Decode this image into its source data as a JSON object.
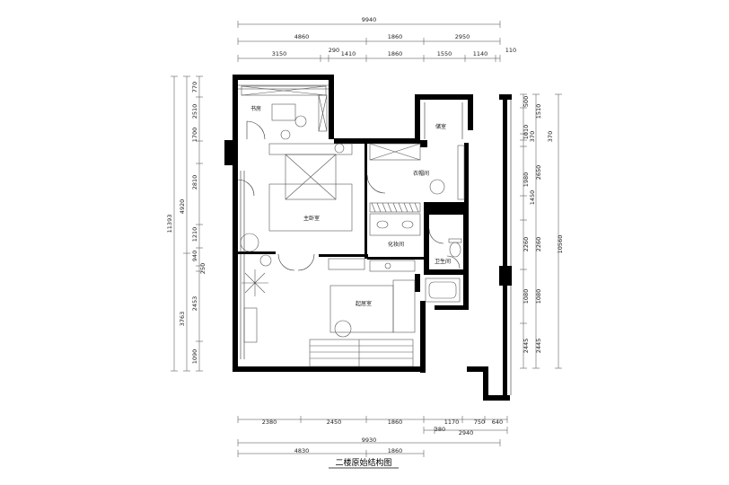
{
  "drawing": {
    "title": "二楼原始结构图"
  },
  "rooms": {
    "study": "书房",
    "master_bedroom": "主卧室",
    "walkin_closet": "衣帽间",
    "storage": "储室",
    "dressing_room": "化妆间",
    "bathroom": "卫生间",
    "living_room": "起居室"
  },
  "dimensions_top": {
    "overall": "9940",
    "row2": [
      "4860",
      "1860",
      "2950"
    ],
    "row3": [
      "3150",
      "290",
      "1410",
      "1860",
      "1550",
      "1140",
      "110"
    ]
  },
  "dimensions_bottom": {
    "row1": [
      "2380",
      "2450",
      "1860",
      "1170",
      "750",
      "640"
    ],
    "row2": [
      "380",
      "2940"
    ],
    "overall": "9930",
    "row4": [
      "4830",
      "1860"
    ]
  },
  "dimensions_left": {
    "overall": "11393",
    "outer": [
      "4920",
      "3763"
    ],
    "inner": [
      "770",
      "2510",
      "1700",
      "2810",
      "1210",
      "940",
      "250",
      "2453",
      "1090"
    ]
  },
  "dimensions_right": {
    "overall": "10560",
    "outer": [
      "1010",
      "1980",
      "2260",
      "1080",
      "2445"
    ],
    "inner": [
      "500",
      "1510",
      "370",
      "370",
      "2650",
      "1450",
      "2260",
      "1080",
      "2445"
    ]
  },
  "colors": {
    "wall": "#000000",
    "line": "#333333"
  }
}
